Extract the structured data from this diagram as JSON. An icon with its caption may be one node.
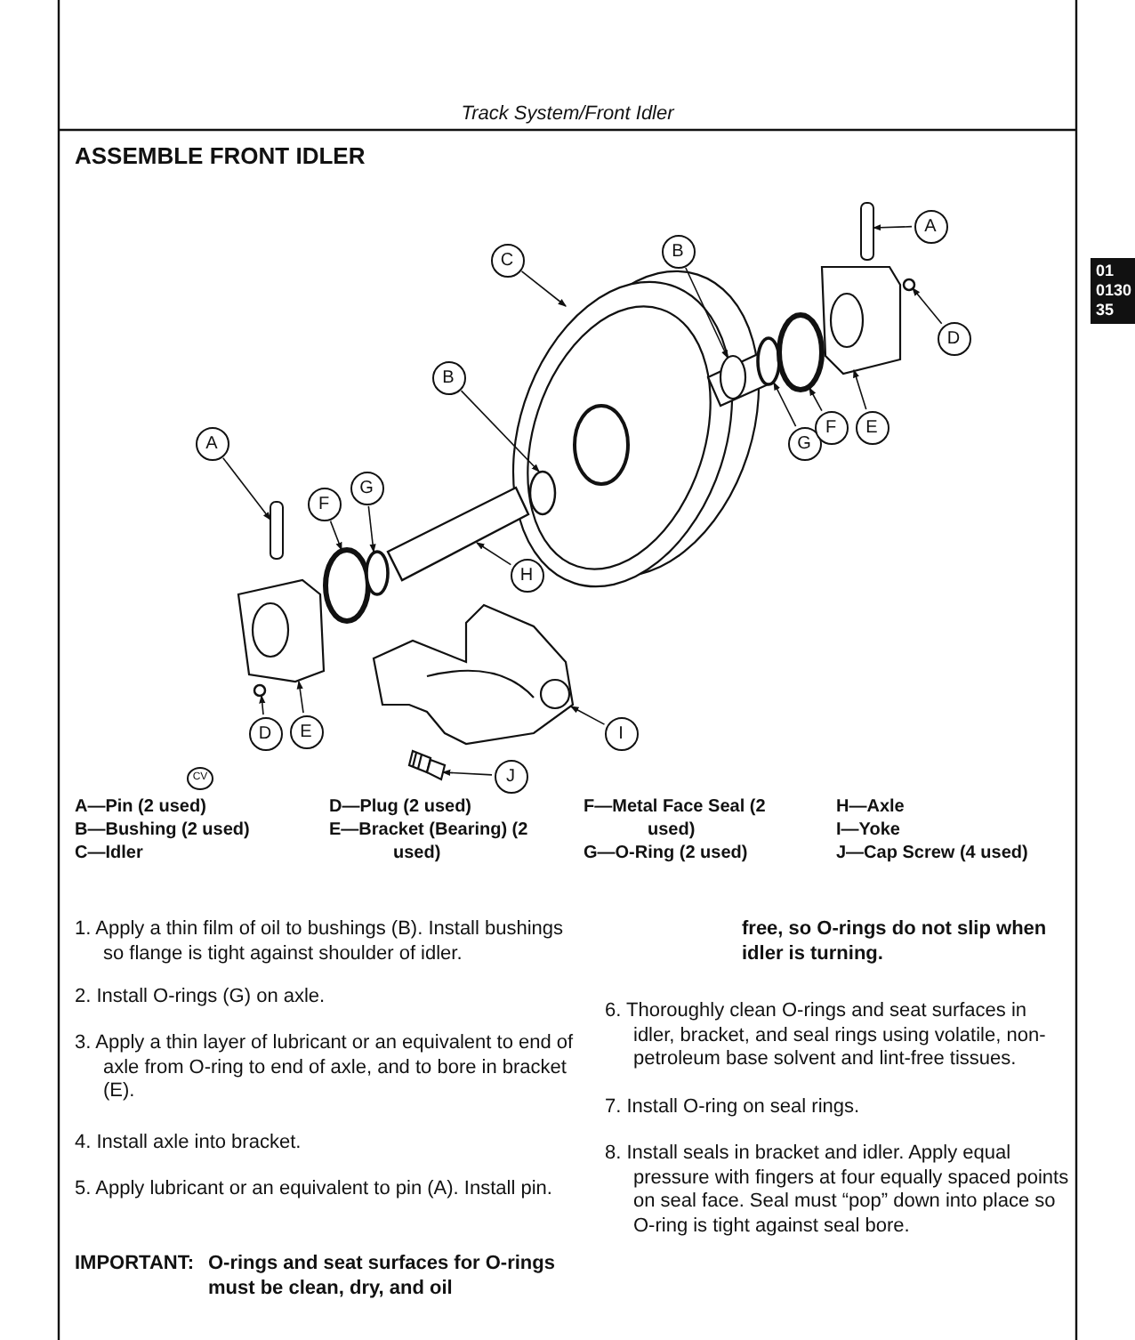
{
  "diagram": {
    "title": "ASSEMBLE FRONT IDLER",
    "nodes": [
      {
        "text": [
          "A"
        ]
      },
      {
        "text": [
          "C"
        ]
      },
      {
        "text": [
          "B"
        ]
      },
      {
        "text": [
          "D"
        ]
      },
      {
        "text": [
          "B"
        ]
      },
      {
        "text": [
          "G"
        ]
      },
      {
        "text": [
          "F"
        ]
      },
      {
        "text": [
          "E"
        ]
      },
      {
        "text": [
          "A"
        ]
      },
      {
        "text": [
          "G"
        ]
      },
      {
        "text": [
          "F"
        ]
      },
      {
        "text": [
          "H"
        ]
      },
      {
        "text": [
          "D"
        ]
      },
      {
        "text": [
          "E"
        ]
      },
      {
        "text": [
          "I"
        ]
      },
      {
        "text": [
          "J"
        ]
      },
      {
        "text": [],
        "shape": "cylinder"
      },
      {
        "text": [],
        "shape": "picture"
      },
      {
        "text": [],
        "shape": "picture"
      },
      {
        "text": [],
        "shape": "circle"
      },
      {
        "text": [],
        "shape": "circle"
      },
      {
        "text": [],
        "shape": "circle"
      },
      {
        "text": [],
        "shape": "circle"
      },
      {
        "text": [],
        "shape": "picture"
      },
      {
        "text": [],
        "shape": "cylinder"
      },
      {
        "text": [],
        "shape": "circle"
      },
      {
        "text": [],
        "shape": "circle"
      },
      {
        "text": [],
        "shape": "bar"
      },
      {
        "text": [],
        "shape": "circle"
      },
      {
        "text": [],
        "shape": "picture"
      },
      {
        "text": [],
        "shape": "picture"
      },
      {
        "text": [],
        "shape": "picture"
      }
    ],
    "edges": [
      {
        "from": 0,
        "to": 16,
        "arrow": "to"
      },
      {
        "from": 1,
        "to": 17,
        "arrow": "to"
      },
      {
        "from": 2,
        "to": 18,
        "arrow": "to"
      },
      {
        "from": 3,
        "to": 19,
        "arrow": "to"
      },
      {
        "from": 4,
        "to": 20,
        "arrow": "to"
      },
      {
        "from": 5,
        "to": 21,
        "arrow": "to"
      },
      {
        "from": 6,
        "to": 22,
        "arrow": "to"
      },
      {
        "from": 7,
        "to": 23,
        "arrow": "to"
      },
      {
        "from": 8,
        "to": 24,
        "arrow": "to"
      },
      {
        "from": 9,
        "to": 25,
        "arrow": "to"
      },
      {
        "from": 10,
        "to": 26,
        "arrow": "to"
      },
      {
        "from": 11,
        "to": 27,
        "arrow": "to"
      },
      {
        "from": 12,
        "to": 28,
        "arrow": "to"
      },
      {
        "from": 13,
        "to": 29,
        "arrow": "to"
      },
      {
        "from": 14,
        "to": 30,
        "arrow": "to"
      },
      {
        "from": 15,
        "to": 31,
        "arrow": "to"
      }
    ],
    "labels": [
      "Track System/Front Idler",
      "01",
      "0130",
      "35",
      "CV",
      "A—Pin (2 used)",
      "D—Plug (2 used)",
      "F—Metal Face Seal (2 used)",
      "H—Axle",
      "B—Bushing (2 used)",
      "E—Bracket (Bearing) (2 used)",
      "I—Yoke",
      "C—Idler",
      "G—O-Ring (2 used)",
      "J—Cap Screw (4 used)",
      "1. Apply a thin film of oil to bushings (B). Install bushings so flange is tight against shoulder of idler.",
      "2. Install O-rings (G) on axle.",
      "3. Apply a thin layer of lubricant or an equivalent to end of axle from O-ring to end of axle, and to bore in bracket (E).",
      "4. Install axle into bracket.",
      "5. Apply lubricant or an equivalent to pin (A). Install pin.",
      "IMPORTANT:",
      "O-rings and seat surfaces for O-rings must be clean, dry, and oil",
      "free, so O-rings do not slip when idler is turning.",
      "6. Thoroughly clean O-rings and seat surfaces in idler, bracket, and seal rings using volatile, non-petroleum base solvent and lint-free tissues.",
      "7. Install O-ring on seal rings.",
      "8. Install seals in bracket and idler. Apply equal pressure with fingers at four equally spaced points on seal face. Seal must “pop” down into place so O-ring is tight against seal bore."
    ]
  }
}
